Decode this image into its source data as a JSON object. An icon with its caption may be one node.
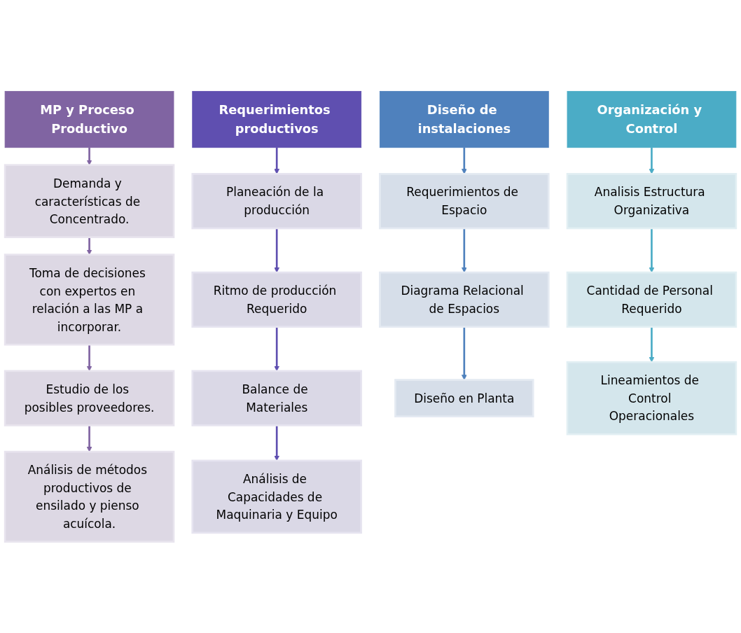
{
  "diagram": {
    "nodes": [
      {
        "text": [
          "MP y Proceso Productivo"
        ]
      },
      {
        "text": [
          "Demanda y características de Concentrado."
        ]
      },
      {
        "text": [
          "Toma de decisiones con expertos en relación a las MP a incorporar."
        ]
      },
      {
        "text": [
          "Estudio de los posibles proveedores."
        ]
      },
      {
        "text": [
          "Análisis de métodos productivos de ensilado y pienso acuícola."
        ]
      },
      {
        "text": [
          "Requerimientos productivos"
        ]
      },
      {
        "text": [
          "Planeación de la producción"
        ]
      },
      {
        "text": [
          "Ritmo de producción Requerido"
        ]
      },
      {
        "text": [
          "Balance de Materiales"
        ]
      },
      {
        "text": [
          "Análisis de Capacidades de Maquinaria y Equipo"
        ]
      },
      {
        "text": [
          "Diseño de instalaciones"
        ]
      },
      {
        "text": [
          "Requerimientos de Espacio"
        ]
      },
      {
        "text": [
          "Diagrama Relacional de Espacios"
        ]
      },
      {
        "text": [
          "Diseño en Planta"
        ]
      },
      {
        "text": [
          "Organización y Control"
        ]
      },
      {
        "text": [
          "Analisis Estructura Organizativa"
        ]
      },
      {
        "text": [
          "Cantidad de Personal Requerido"
        ]
      },
      {
        "text": [
          "Lineamientos de Control Operacionales"
        ]
      }
    ],
    "edges": [
      {
        "from": 0,
        "to": 1,
        "arrow": "to",
        "color": "#8064a2"
      },
      {
        "from": 1,
        "to": 2,
        "arrow": "to",
        "color": "#8064a2"
      },
      {
        "from": 2,
        "to": 3,
        "arrow": "to",
        "color": "#8064a2"
      },
      {
        "from": 3,
        "to": 4,
        "arrow": "to",
        "color": "#8064a2"
      },
      {
        "from": 5,
        "to": 6,
        "arrow": "to",
        "color": "#5f4fb0"
      },
      {
        "from": 6,
        "to": 7,
        "arrow": "to",
        "color": "#5f4fb0"
      },
      {
        "from": 7,
        "to": 8,
        "arrow": "to",
        "color": "#5f4fb0"
      },
      {
        "from": 8,
        "to": 9,
        "arrow": "to",
        "color": "#5f4fb0"
      },
      {
        "from": 10,
        "to": 11,
        "arrow": "to",
        "color": "#4f81bd"
      },
      {
        "from": 11,
        "to": 12,
        "arrow": "to",
        "color": "#4f81bd"
      },
      {
        "from": 12,
        "to": 13,
        "arrow": "to",
        "color": "#4f81bd"
      },
      {
        "from": 14,
        "to": 15,
        "arrow": "to",
        "color": "#4bacc6"
      },
      {
        "from": 15,
        "to": 16,
        "arrow": "to",
        "color": "#4bacc6"
      },
      {
        "from": 16,
        "to": 17,
        "arrow": "to",
        "color": "#4bacc6"
      }
    ]
  }
}
